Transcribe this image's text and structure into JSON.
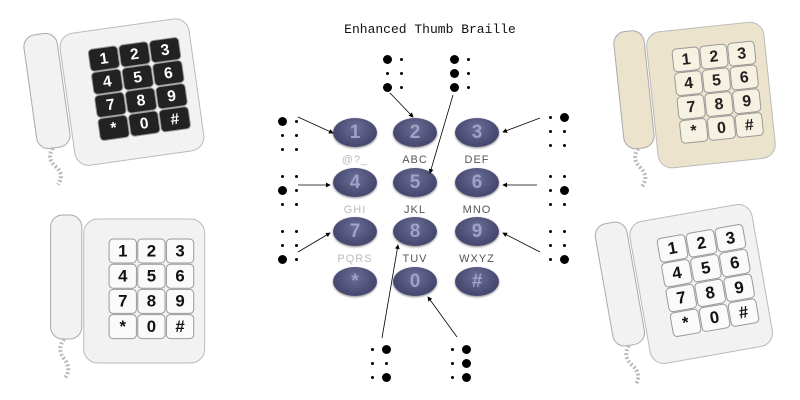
{
  "title": "Enhanced Thumb Braille",
  "keypad": [
    {
      "digit": "1",
      "letters": "@?_"
    },
    {
      "digit": "2",
      "letters": "ABC"
    },
    {
      "digit": "3",
      "letters": "DEF"
    },
    {
      "digit": "4",
      "letters": "GHI"
    },
    {
      "digit": "5",
      "letters": "JKL"
    },
    {
      "digit": "6",
      "letters": "MNO"
    },
    {
      "digit": "7",
      "letters": "PQRS"
    },
    {
      "digit": "8",
      "letters": "TUV"
    },
    {
      "digit": "9",
      "letters": "WXYZ"
    },
    {
      "digit": "*",
      "letters": ""
    },
    {
      "digit": "0",
      "letters": ""
    },
    {
      "digit": "#",
      "letters": ""
    }
  ],
  "braille_cells": [
    {
      "digit": "1",
      "raised": [
        1
      ]
    },
    {
      "digit": "2",
      "raised": [
        1,
        3
      ]
    },
    {
      "digit": "3",
      "raised": [
        4
      ]
    },
    {
      "digit": "4",
      "raised": [
        2
      ]
    },
    {
      "digit": "5",
      "raised": [
        1,
        2,
        3
      ]
    },
    {
      "digit": "6",
      "raised": [
        5
      ]
    },
    {
      "digit": "7",
      "raised": [
        3
      ]
    },
    {
      "digit": "8",
      "raised": [
        4,
        6
      ]
    },
    {
      "digit": "9",
      "raised": [
        6
      ]
    },
    {
      "digit": "0",
      "raised": [
        4,
        5,
        6
      ]
    }
  ],
  "phone_keys": [
    "1",
    "2",
    "3",
    "4",
    "5",
    "6",
    "7",
    "8",
    "9",
    "*",
    "0",
    "#"
  ],
  "colors": {
    "key": "#4a4c74",
    "key_text": "#9fa2c4",
    "phone_white": "#f2f2f2",
    "phone_beige": "#ece3cc",
    "dark_key": "#222222"
  }
}
